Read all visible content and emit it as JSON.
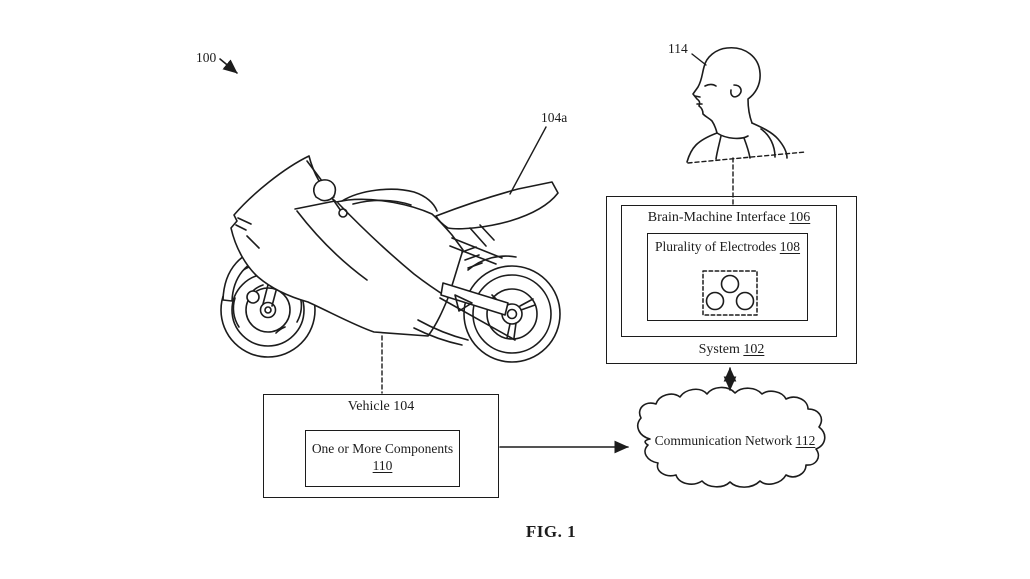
{
  "figure": {
    "caption": "FIG. 1",
    "background": "#ffffff",
    "line_color": "#1c1c1c"
  },
  "callouts": {
    "overview_ref": "100",
    "tail_ref": "104a",
    "user_ref": "114"
  },
  "boxes": {
    "system": {
      "label": "System",
      "ref": "102"
    },
    "bmi": {
      "label": "Brain-Machine Interface",
      "ref": "106"
    },
    "electrodes": {
      "label": "Plurality of Electrodes",
      "ref": "108"
    },
    "vehicle": {
      "label": "Vehicle",
      "ref": "104"
    },
    "components": {
      "label": "One or More Components",
      "ref": "110"
    },
    "network": {
      "label": "Communication Network",
      "ref": "112"
    }
  }
}
